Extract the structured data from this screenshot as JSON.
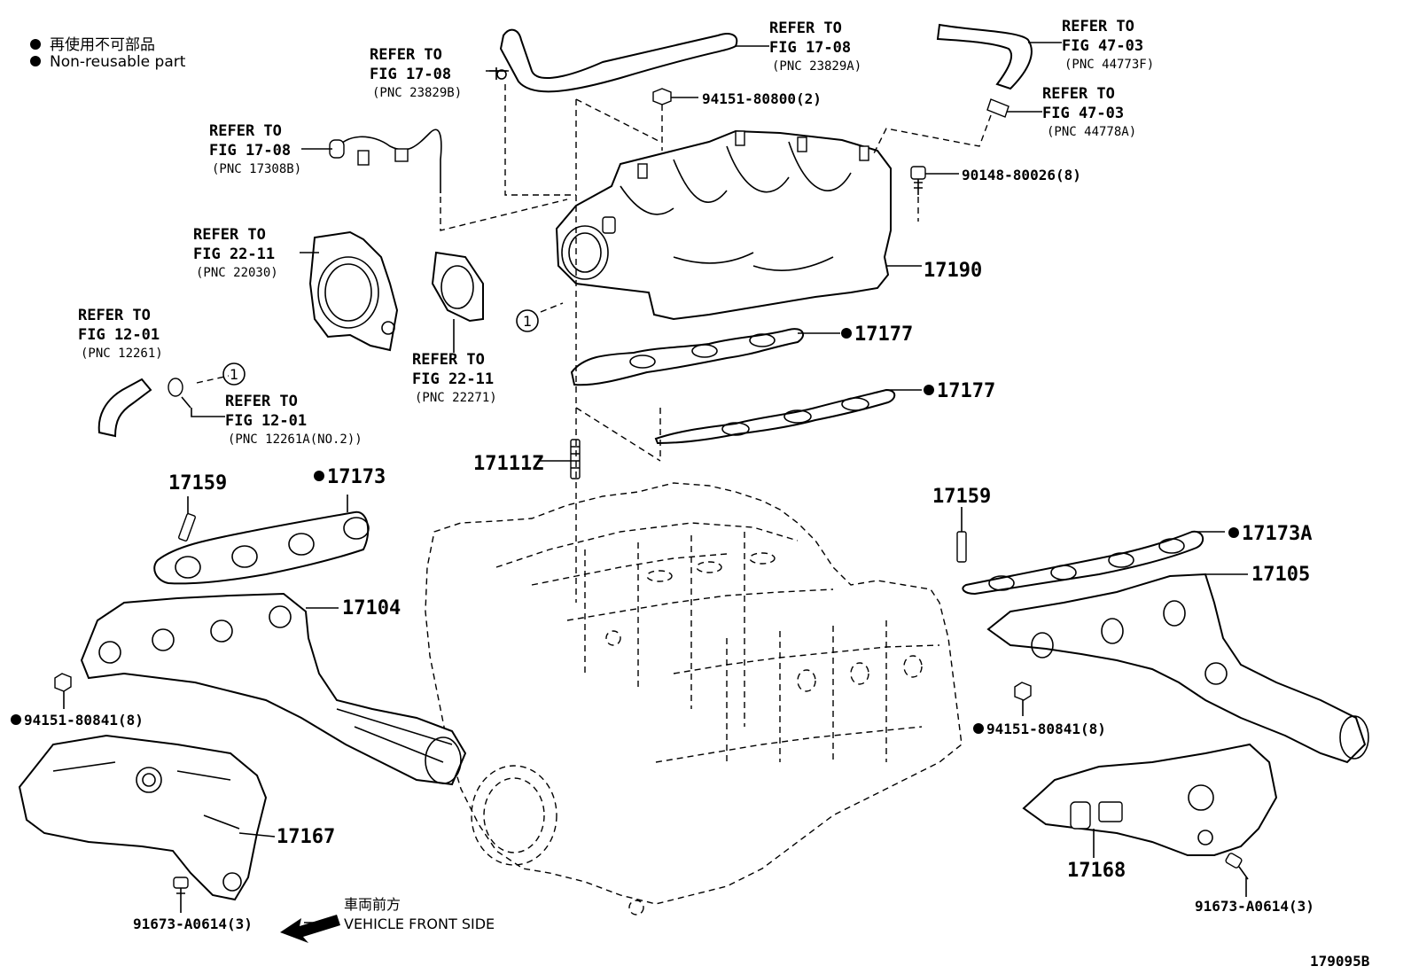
{
  "legend": {
    "jp_label": "再使用不可部品",
    "en_label": "Non-reusable part"
  },
  "refs": [
    {
      "id": "ref-23829b",
      "line1": "REFER TO",
      "line2": "FIG 17-08",
      "pnc": "(PNC 23829B)"
    },
    {
      "id": "ref-23829a",
      "line1": "REFER TO",
      "line2": "FIG 17-08",
      "pnc": "(PNC 23829A)"
    },
    {
      "id": "ref-44773f",
      "line1": "REFER TO",
      "line2": "FIG 47-03",
      "pnc": "(PNC 44773F)"
    },
    {
      "id": "ref-44778a",
      "line1": "REFER TO",
      "line2": "FIG 47-03",
      "pnc": "(PNC 44778A)"
    },
    {
      "id": "ref-17308b",
      "line1": "REFER TO",
      "line2": "FIG 17-08",
      "pnc": "(PNC 17308B)"
    },
    {
      "id": "ref-22030",
      "line1": "REFER TO",
      "line2": "FIG 22-11",
      "pnc": "(PNC 22030)"
    },
    {
      "id": "ref-12261",
      "line1": "REFER TO",
      "line2": "FIG 12-01",
      "pnc": "(PNC 12261)"
    },
    {
      "id": "ref-22271",
      "line1": "REFER TO",
      "line2": "FIG 22-11",
      "pnc": "(PNC 22271)"
    },
    {
      "id": "ref-12261a",
      "line1": "REFER TO",
      "line2": "FIG 12-01",
      "pnc": "(PNC 12261A(NO.2))"
    }
  ],
  "parts": {
    "p94151_80800": "94151-80800(2)",
    "p90148_80026": "90148-80026(8)",
    "p17190": "17190",
    "p17177_a": "17177",
    "p17177_b": "17177",
    "p17111z": "17111Z",
    "p17159_l": "17159",
    "p17173": "17173",
    "p17104": "17104",
    "p94151_80841_l": "94151-80841(8)",
    "p17167": "17167",
    "p91673_l": "91673-A0614(3)",
    "p17159_r": "17159",
    "p17173a": "17173A",
    "p17105": "17105",
    "p94151_80841_r": "94151-80841(8)",
    "p17168": "17168",
    "p91673_r": "91673-A0614(3)"
  },
  "circle_marks": {
    "mark1": "1",
    "mark2": "1"
  },
  "vehicle_front": {
    "jp": "車両前方",
    "en": "VEHICLE FRONT SIDE"
  },
  "figure_id": "179095B"
}
